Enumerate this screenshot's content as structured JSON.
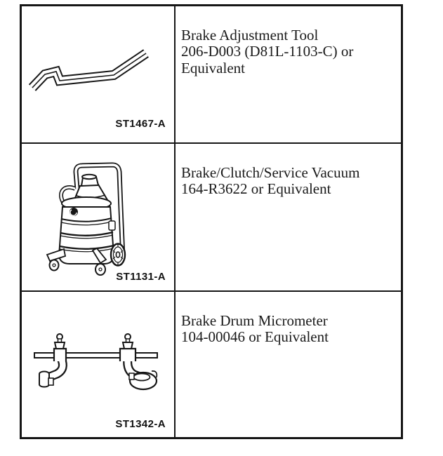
{
  "page": {
    "background": "#ffffff",
    "ink": "#1a1a1a"
  },
  "table": {
    "rows": [
      {
        "tool_id": "ST1467-A",
        "description": "Brake Adjustment Tool\n206-D003 (D81L-1103-C) or\nEquivalent",
        "illustration": "brake-adjustment-tool"
      },
      {
        "tool_id": "ST1131-A",
        "description": "Brake/Clutch/Service Vacuum\n164-R3622 or Equivalent",
        "illustration": "brake-clutch-service-vacuum"
      },
      {
        "tool_id": "ST1342-A",
        "description": "Brake Drum Micrometer\n104-00046 or Equivalent",
        "illustration": "brake-drum-micrometer"
      }
    ]
  }
}
